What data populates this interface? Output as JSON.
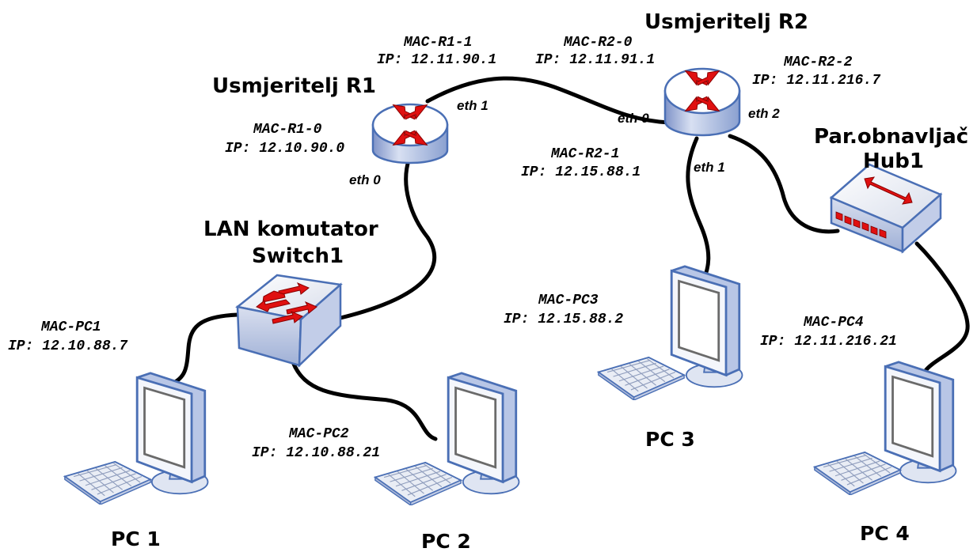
{
  "devices": {
    "router1": {
      "title": "Usmjeritelj R1",
      "eth0": {
        "label": "eth 0",
        "mac": "MAC-R1-0",
        "ip": "IP: 12.10.90.0"
      },
      "eth1": {
        "label": "eth 1",
        "mac": "MAC-R1-1",
        "ip": "IP: 12.11.90.1"
      }
    },
    "router2": {
      "title": "Usmjeritelj R2",
      "eth0": {
        "label": "eth 0",
        "mac": "MAC-R2-0",
        "ip": "IP: 12.11.91.1"
      },
      "eth1": {
        "label": "eth 1",
        "mac": "MAC-R2-1",
        "ip": "IP: 12.15.88.1"
      },
      "eth2": {
        "label": "eth 2",
        "mac": "MAC-R2-2",
        "ip": "IP: 12.11.216.7"
      }
    },
    "switch1": {
      "title_line1": "LAN komutator",
      "title_line2": "Switch1"
    },
    "hub1": {
      "title_line1": "Par.obnavljač",
      "title_line2": "Hub1"
    },
    "pc1": {
      "name": "PC 1",
      "mac": "MAC-PC1",
      "ip": "IP: 12.10.88.7"
    },
    "pc2": {
      "name": "PC 2",
      "mac": "MAC-PC2",
      "ip": "IP: 12.10.88.21"
    },
    "pc3": {
      "name": "PC 3",
      "mac": "MAC-PC3",
      "ip": "IP: 12.15.88.2"
    },
    "pc4": {
      "name": "PC 4",
      "mac": "MAC-PC4",
      "ip": "IP: 12.11.216.21"
    }
  },
  "colors": {
    "device_blue": "#4a6fb5",
    "device_face": "#e6ebf5",
    "arrow_red": "#e01010",
    "cable": "#000000"
  }
}
